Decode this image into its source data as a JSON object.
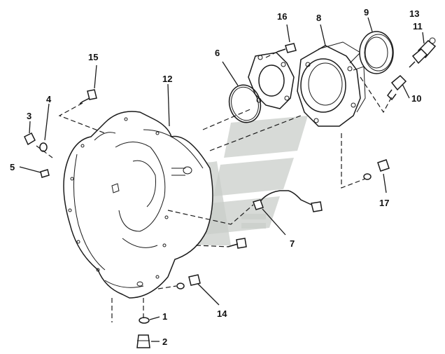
{
  "callouts": [
    {
      "id": "1",
      "text": "1"
    },
    {
      "id": "2",
      "text": "2"
    },
    {
      "id": "3",
      "text": "3"
    },
    {
      "id": "4",
      "text": "4"
    },
    {
      "id": "5",
      "text": "5"
    },
    {
      "id": "6",
      "text": "6"
    },
    {
      "id": "7",
      "text": "7"
    },
    {
      "id": "8",
      "text": "8"
    },
    {
      "id": "9",
      "text": "9"
    },
    {
      "id": "10",
      "text": "10"
    },
    {
      "id": "11",
      "text": "11"
    },
    {
      "id": "12",
      "text": "12"
    },
    {
      "id": "13",
      "text": "13"
    },
    {
      "id": "14",
      "text": "14"
    },
    {
      "id": "15",
      "text": "15"
    },
    {
      "id": "16",
      "text": "16"
    },
    {
      "id": "17",
      "text": "17"
    }
  ],
  "watermark": {
    "color": "#c9cdc9"
  }
}
